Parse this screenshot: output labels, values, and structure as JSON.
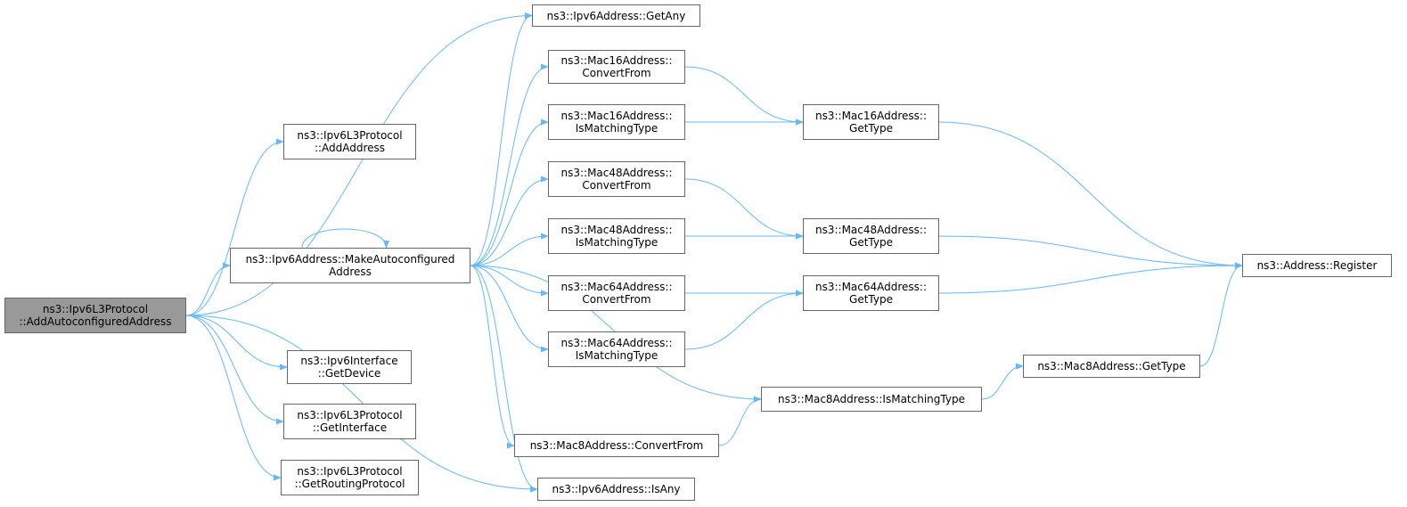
{
  "colors": {
    "edge": "#63b8ff",
    "node_border": "#666666",
    "root_fill": "#999999"
  },
  "nodes": [
    {
      "id": "root",
      "lines": [
        "ns3::Ipv6L3Protocol",
        "::AddAutoconfiguredAddress"
      ],
      "root": true
    },
    {
      "id": "addaddress",
      "lines": [
        "ns3::Ipv6L3Protocol",
        "::AddAddress"
      ]
    },
    {
      "id": "makeauto",
      "lines": [
        "ns3::Ipv6Address::MakeAutoconfigured",
        "Address"
      ]
    },
    {
      "id": "getdevice",
      "lines": [
        "ns3::Ipv6Interface",
        "::GetDevice"
      ]
    },
    {
      "id": "getinterface",
      "lines": [
        "ns3::Ipv6L3Protocol",
        "::GetInterface"
      ]
    },
    {
      "id": "getrouting",
      "lines": [
        "ns3::Ipv6L3Protocol",
        "::GetRoutingProtocol"
      ]
    },
    {
      "id": "getany",
      "lines": [
        "ns3::Ipv6Address::GetAny"
      ]
    },
    {
      "id": "m16conv",
      "lines": [
        "ns3::Mac16Address::",
        "ConvertFrom"
      ]
    },
    {
      "id": "m16match",
      "lines": [
        "ns3::Mac16Address::",
        "IsMatchingType"
      ]
    },
    {
      "id": "m48conv",
      "lines": [
        "ns3::Mac48Address::",
        "ConvertFrom"
      ]
    },
    {
      "id": "m48match",
      "lines": [
        "ns3::Mac48Address::",
        "IsMatchingType"
      ]
    },
    {
      "id": "m64conv",
      "lines": [
        "ns3::Mac64Address::",
        "ConvertFrom"
      ]
    },
    {
      "id": "m64match",
      "lines": [
        "ns3::Mac64Address::",
        "IsMatchingType"
      ]
    },
    {
      "id": "m8match",
      "lines": [
        "ns3::Mac8Address::IsMatchingType"
      ]
    },
    {
      "id": "m8conv",
      "lines": [
        "ns3::Mac8Address::ConvertFrom"
      ]
    },
    {
      "id": "isany",
      "lines": [
        "ns3::Ipv6Address::IsAny"
      ]
    },
    {
      "id": "m16type",
      "lines": [
        "ns3::Mac16Address::",
        "GetType"
      ]
    },
    {
      "id": "m48type",
      "lines": [
        "ns3::Mac48Address::",
        "GetType"
      ]
    },
    {
      "id": "m64type",
      "lines": [
        "ns3::Mac64Address::",
        "GetType"
      ]
    },
    {
      "id": "m8type",
      "lines": [
        "ns3::Mac8Address::GetType"
      ]
    },
    {
      "id": "register",
      "lines": [
        "ns3::Address::Register"
      ]
    }
  ],
  "edges": [
    [
      "root",
      "addaddress"
    ],
    [
      "root",
      "makeauto"
    ],
    [
      "root",
      "getdevice"
    ],
    [
      "root",
      "getinterface"
    ],
    [
      "root",
      "getrouting"
    ],
    [
      "root",
      "getany"
    ],
    [
      "root",
      "isany"
    ],
    [
      "makeauto",
      "makeauto"
    ],
    [
      "makeauto",
      "getany"
    ],
    [
      "makeauto",
      "m16conv"
    ],
    [
      "makeauto",
      "m16match"
    ],
    [
      "makeauto",
      "m48conv"
    ],
    [
      "makeauto",
      "m48match"
    ],
    [
      "makeauto",
      "m64conv"
    ],
    [
      "makeauto",
      "m64match"
    ],
    [
      "makeauto",
      "m8match"
    ],
    [
      "makeauto",
      "m8conv"
    ],
    [
      "makeauto",
      "isany"
    ],
    [
      "m16conv",
      "m16type"
    ],
    [
      "m16match",
      "m16type"
    ],
    [
      "m48conv",
      "m48type"
    ],
    [
      "m48match",
      "m48type"
    ],
    [
      "m64conv",
      "m64type"
    ],
    [
      "m64match",
      "m64type"
    ],
    [
      "m8conv",
      "m8match"
    ],
    [
      "m8match",
      "m8type"
    ],
    [
      "m16type",
      "register"
    ],
    [
      "m48type",
      "register"
    ],
    [
      "m64type",
      "register"
    ],
    [
      "m8type",
      "register"
    ]
  ]
}
